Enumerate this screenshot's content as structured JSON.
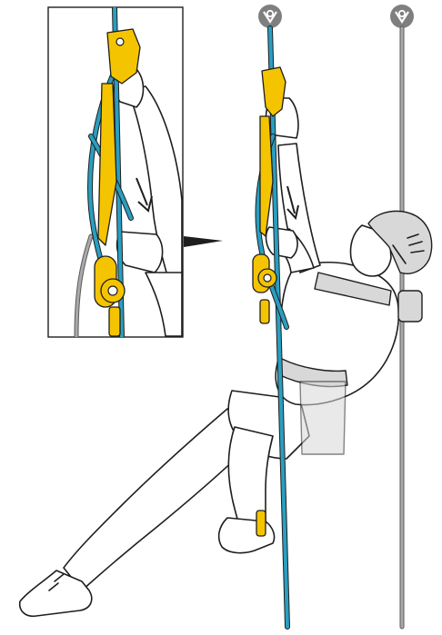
{
  "colors": {
    "rope_blue": "#2a9ec0",
    "device_yellow": "#f5c400",
    "rope_gray": "#a9a9a9",
    "anchor_gray": "#7f7f7f",
    "outline": "#1e1e1e",
    "helmet_gray": "#d8d8d8"
  },
  "icons": {
    "anchor_left": "anchor-icon",
    "anchor_right": "anchor-icon",
    "arrow_inset": "down-arrow",
    "arrow_main": "down-arrow",
    "pointer": "callout-pointer"
  }
}
